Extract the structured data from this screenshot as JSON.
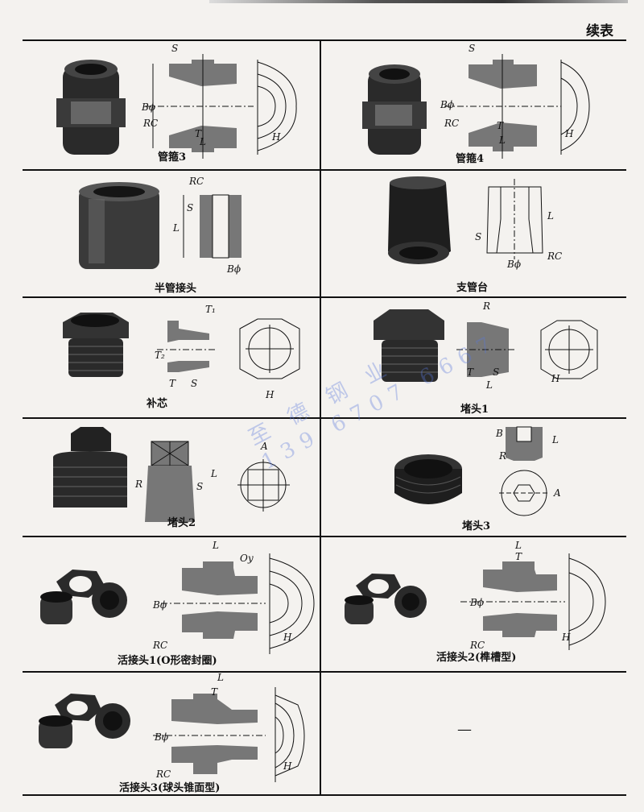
{
  "header": {
    "continued_label": "续表"
  },
  "watermark": {
    "line1": "至 德 钢 业",
    "line2": "139 6707 6667"
  },
  "cells": [
    {
      "caption": "管箍3",
      "labels": {
        "s": "S",
        "b": "Bϕ",
        "rc": "RC",
        "t": "T",
        "l": "L",
        "h": "H"
      }
    },
    {
      "caption": "管箍4",
      "labels": {
        "s": "S",
        "b": "Bϕ",
        "rc": "RC",
        "t": "T",
        "l": "L",
        "h": "H"
      }
    },
    {
      "caption": "半管接头",
      "labels": {
        "rc": "RC",
        "s": "S",
        "l": "L",
        "b": "Bϕ"
      }
    },
    {
      "caption": "支管台",
      "labels": {
        "l": "L",
        "s": "S",
        "b": "Bϕ",
        "rc": "RC"
      }
    },
    {
      "caption": "补芯",
      "labels": {
        "t1": "T₁",
        "t2": "T₂",
        "t": "T",
        "s": "S",
        "h": "H"
      }
    },
    {
      "caption": "堵头1",
      "labels": {
        "r": "R",
        "t": "T",
        "s": "S",
        "l": "L",
        "h": "H"
      }
    },
    {
      "caption": "堵头2",
      "labels": {
        "r": "R",
        "s": "S",
        "l": "L",
        "a": "A"
      }
    },
    {
      "caption": "堵头3",
      "labels": {
        "b": "B",
        "l": "L",
        "r": "R",
        "a": "A"
      }
    },
    {
      "caption": "活接头1(O形密封圈)",
      "labels": {
        "l": "L",
        "oy": "Oy",
        "b": "Bϕ",
        "rc": "RC",
        "h": "H"
      }
    },
    {
      "caption": "活接头2(榫槽型)",
      "labels": {
        "l": "L",
        "t": "T",
        "b": "Bϕ",
        "rc": "RC",
        "h": "H"
      }
    },
    {
      "caption": "活接头3(球头锥面型)",
      "labels": {
        "l": "L",
        "t": "T",
        "b": "Bϕ",
        "rc": "RC",
        "h": "H"
      }
    },
    {
      "caption": "—"
    }
  ]
}
